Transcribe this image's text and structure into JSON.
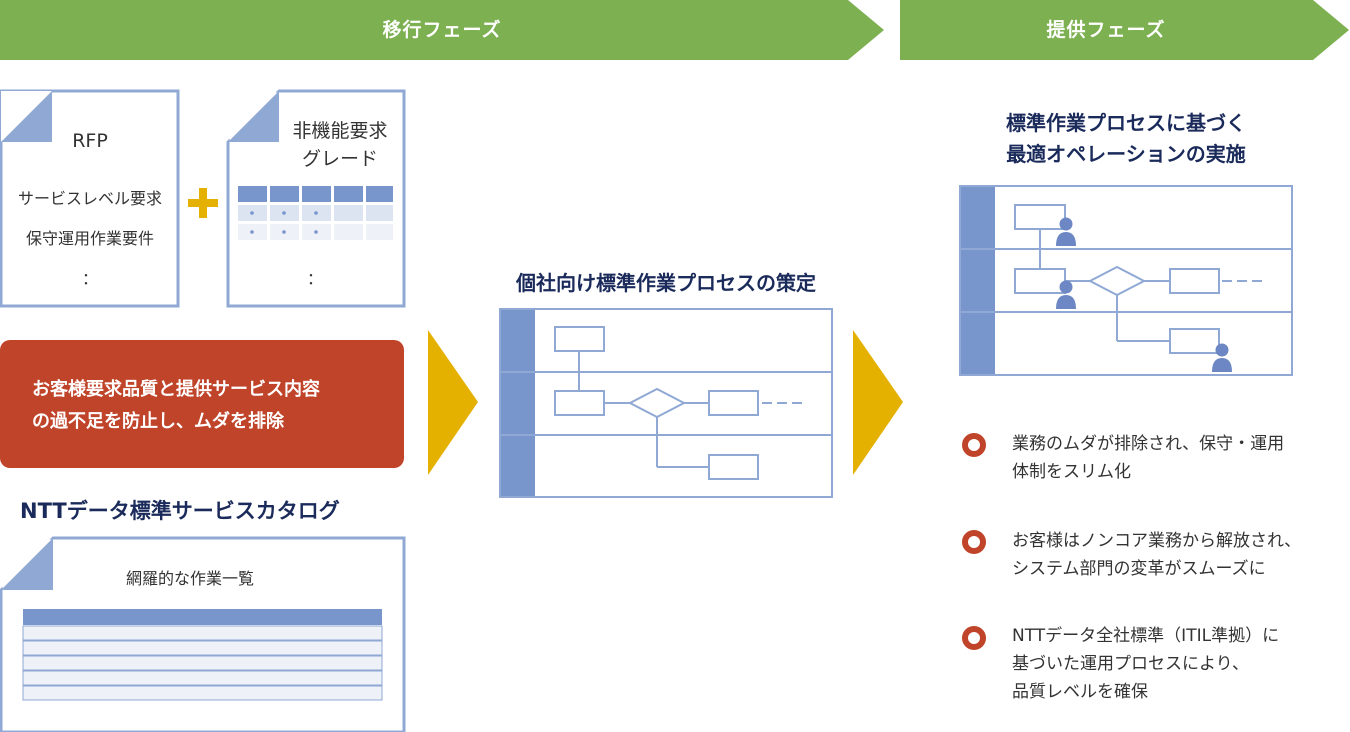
{
  "phases": {
    "migration_label": "移行フェーズ",
    "delivery_label": "提供フェーズ"
  },
  "rfp_doc": {
    "title": "RFP",
    "line1": "サービスレベル要求",
    "line2": "保守運用作業要件",
    "ellipsis": "："
  },
  "nonfunc_doc": {
    "title_line1": "非機能要求",
    "title_line2": "グレード",
    "ellipsis": "："
  },
  "plus_symbol": "+",
  "red_box": {
    "line1": "お客様要求品質と提供サービス内容",
    "line2": "の過不足を防止し、ムダを排除"
  },
  "catalog": {
    "title": "NTTデータ標準サービスカタログ",
    "doc_text": "網羅的な作業一覧"
  },
  "middle": {
    "title": "個社向け標準作業プロセスの策定"
  },
  "right": {
    "title_line1": "標準作業プロセスに基づく",
    "title_line2": "最適オペレーションの実施",
    "bullets": [
      {
        "line1": "業務のムダが排除され、保守・運用",
        "line2": "体制をスリム化",
        "line3": ""
      },
      {
        "line1": "お客様はノンコア業務から解放され、",
        "line2": "システム部門の変革がスムーズに",
        "line3": ""
      },
      {
        "line1": "NTTデータ全社標準（ITIL準拠）に",
        "line2": "基づいた運用プロセスにより、",
        "line3": "品質レベルを確保"
      }
    ]
  },
  "colors": {
    "phase_green": "#7cb050",
    "arrow_yellow": "#e5b100",
    "accent_red": "#c0442a",
    "doc_blue": "#8fa8d4",
    "lane_blue": "#7895cc",
    "title_navy": "#1a2a5a"
  }
}
